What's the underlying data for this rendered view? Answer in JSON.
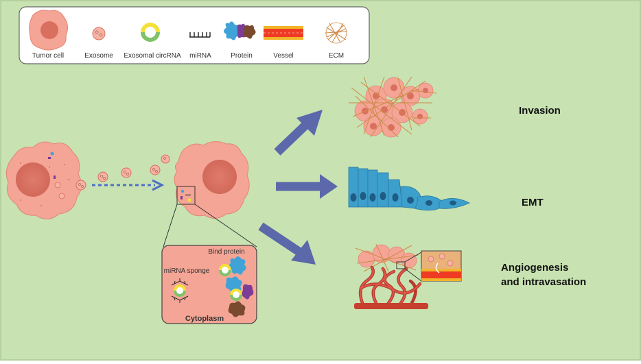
{
  "colors": {
    "background": "#c8e2b1",
    "cell_fill": "#f4a595",
    "cell_stroke": "#e28676",
    "nucleus": "#d9705f",
    "arrow": "#5b68a9",
    "emt": "#3d9fcb",
    "vessel": "#ef3b24",
    "ecm": "#cf8a47",
    "dashed_arrow": "#4e6fc9"
  },
  "legend": {
    "items": [
      {
        "name": "tumor-cell",
        "label": "Tumor cell"
      },
      {
        "name": "exosome",
        "label": "Exosome"
      },
      {
        "name": "exosomal-circrna",
        "label": "Exosomal circRNA"
      },
      {
        "name": "mirna",
        "label": "miRNA"
      },
      {
        "name": "protein",
        "label": "Protein"
      },
      {
        "name": "vessel",
        "label": "Vessel"
      },
      {
        "name": "ecm",
        "label": "ECM"
      }
    ]
  },
  "inset": {
    "bind_protein": "Bind protein",
    "mirna_sponge": "miRNA sponge",
    "cytoplasm": "Cytoplasm"
  },
  "outcomes": {
    "invasion": "Invasion",
    "emt": "EMT",
    "angio_line1": "Angiogenesis",
    "angio_line2": "and intravasation"
  }
}
